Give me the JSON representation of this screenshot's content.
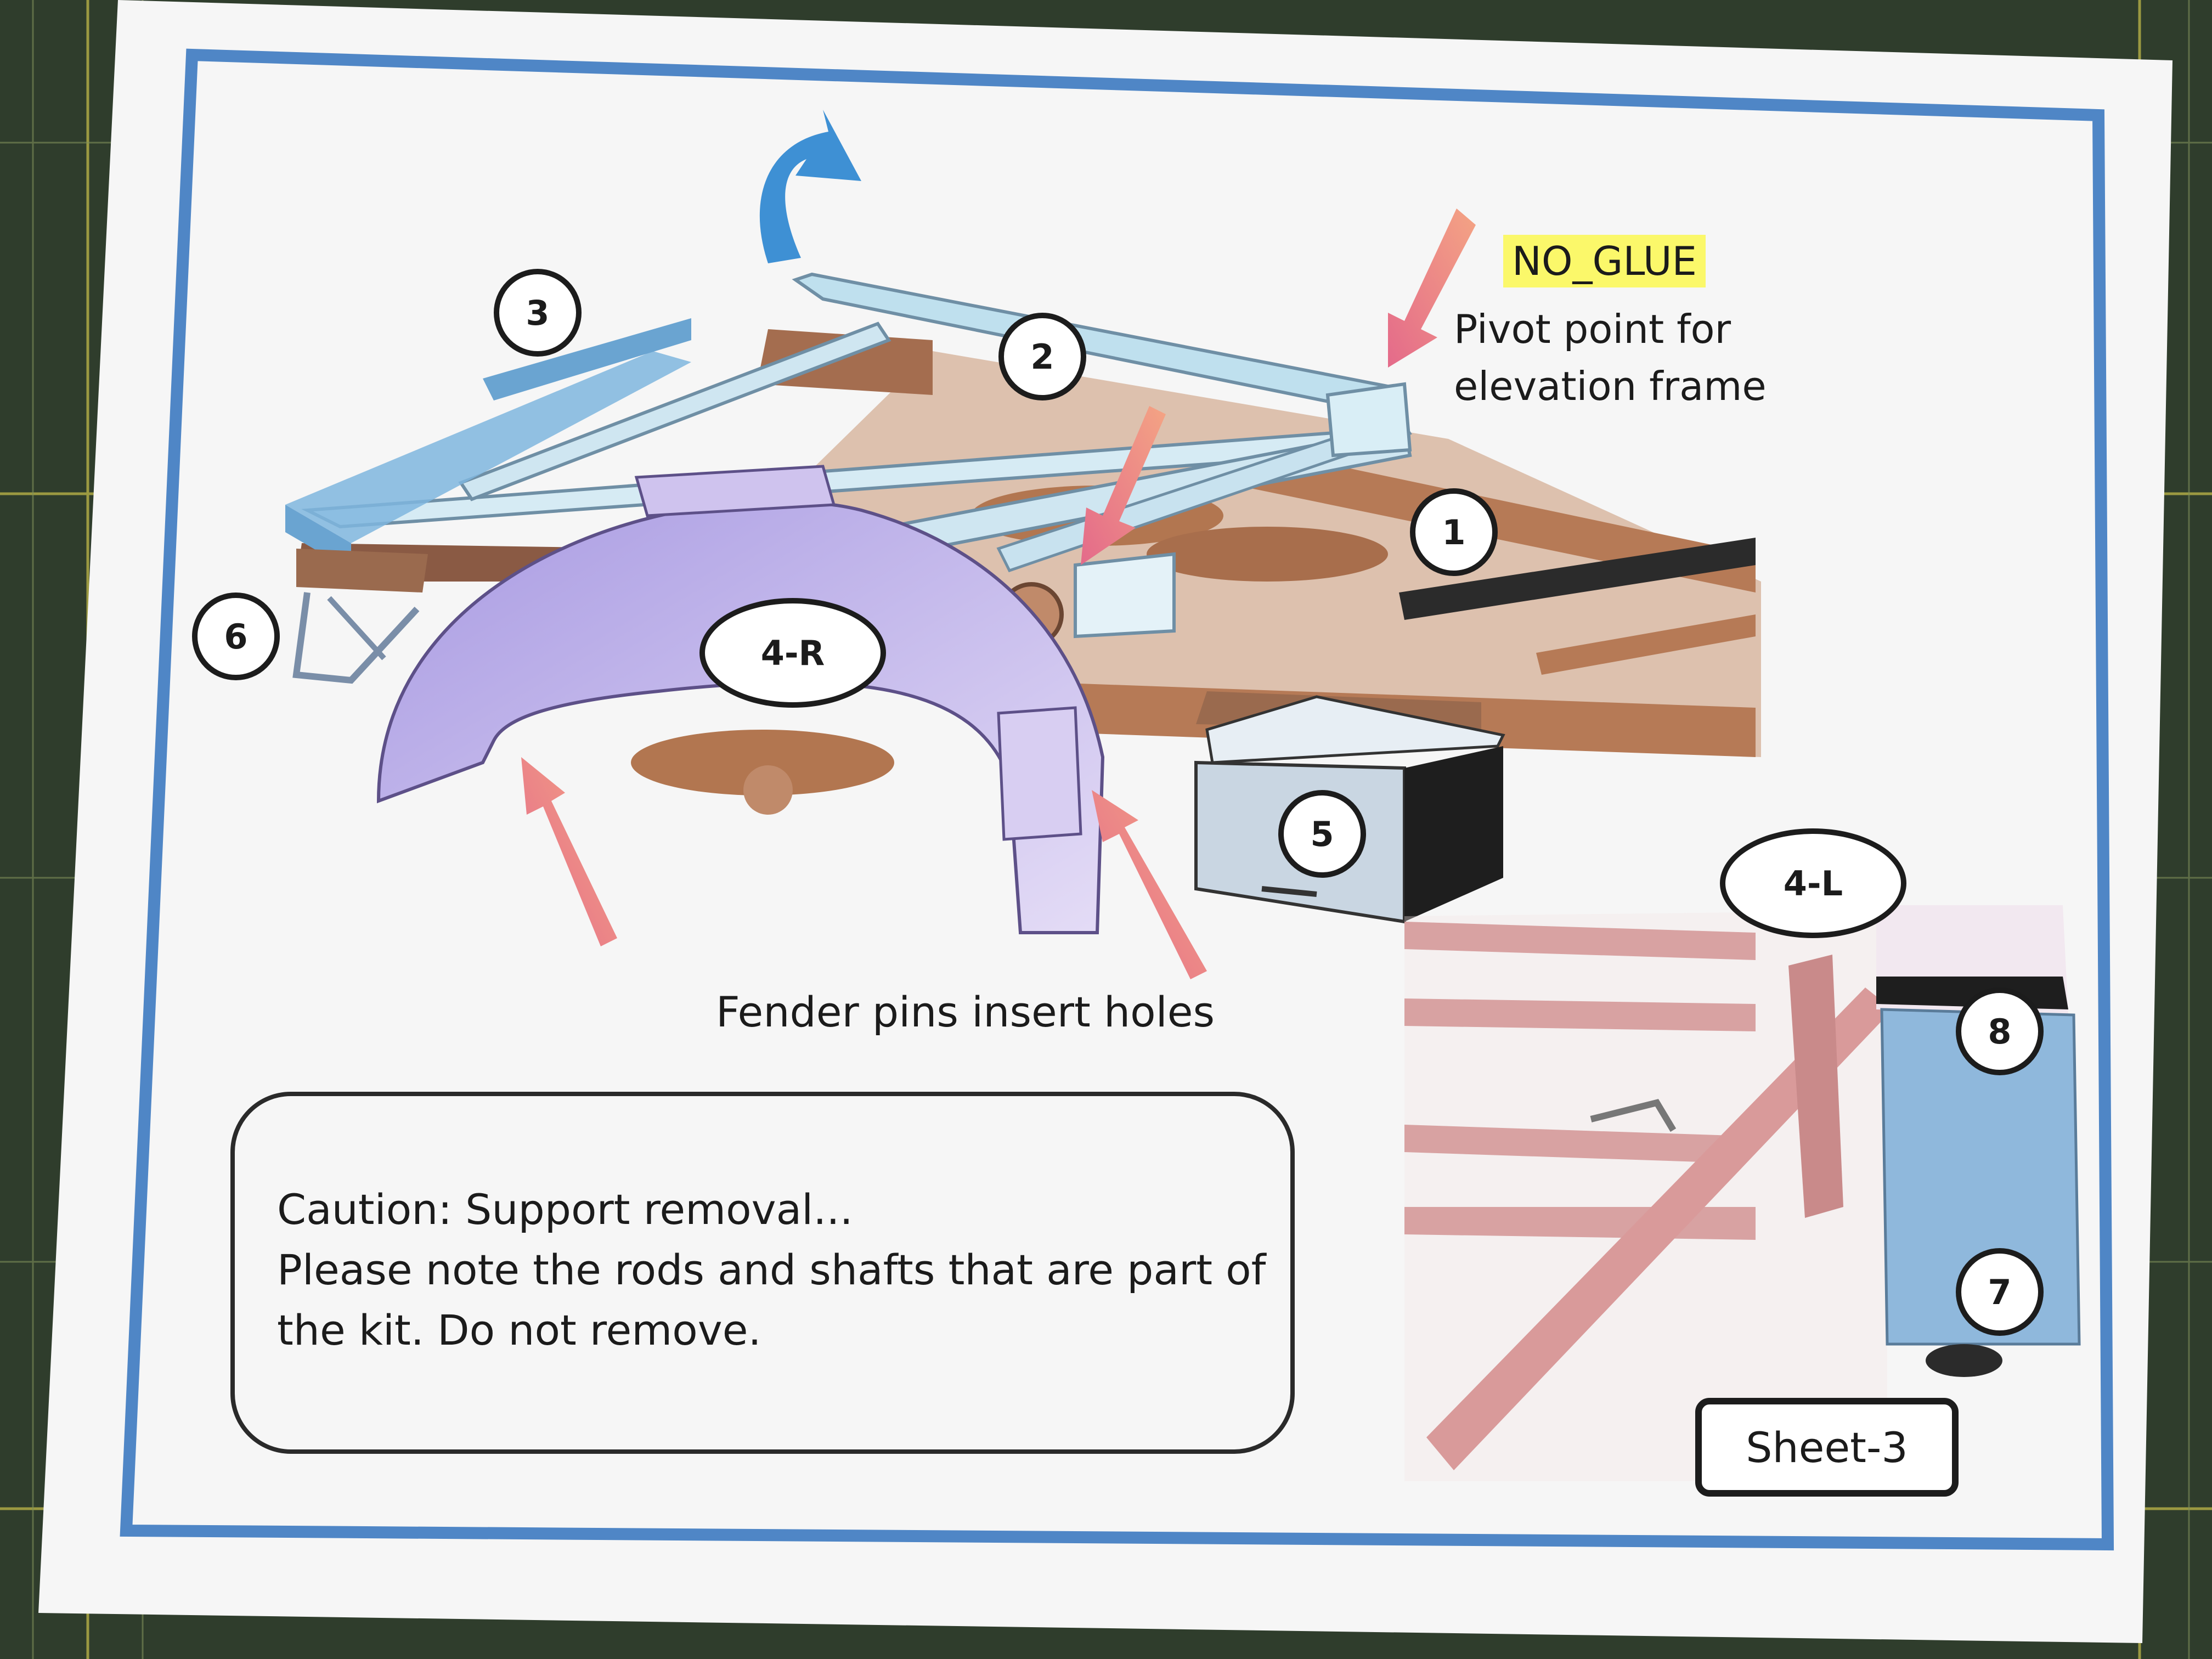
{
  "notes": {
    "no_glue": "NO_GLUE",
    "pivot_line1": "Pivot point for",
    "pivot_line2": "elevation frame",
    "fender": "Fender pins insert holes"
  },
  "callouts": {
    "c1": "1",
    "c2": "2",
    "c3": "3",
    "c4r": "4-R",
    "c4l": "4-L",
    "c5": "5",
    "c6": "6",
    "c7": "7",
    "c8": "8"
  },
  "caution": {
    "line1": "Caution:  Support removal...",
    "line2": "Please note the rods and shafts that are part of",
    "line3": "the kit.  Do not remove."
  },
  "sheet_label": "Sheet-3",
  "colors": {
    "frame_border": "#4f86c6",
    "chassis": "#c08a6a",
    "elevation_frame": "#bfe0ee",
    "fender": "#b7a6e6",
    "side_box": "#8fb8dc",
    "arrow_salmon": "#f0907f",
    "arrow_blue": "#3e90d4",
    "highlight": "#fbf86a"
  }
}
